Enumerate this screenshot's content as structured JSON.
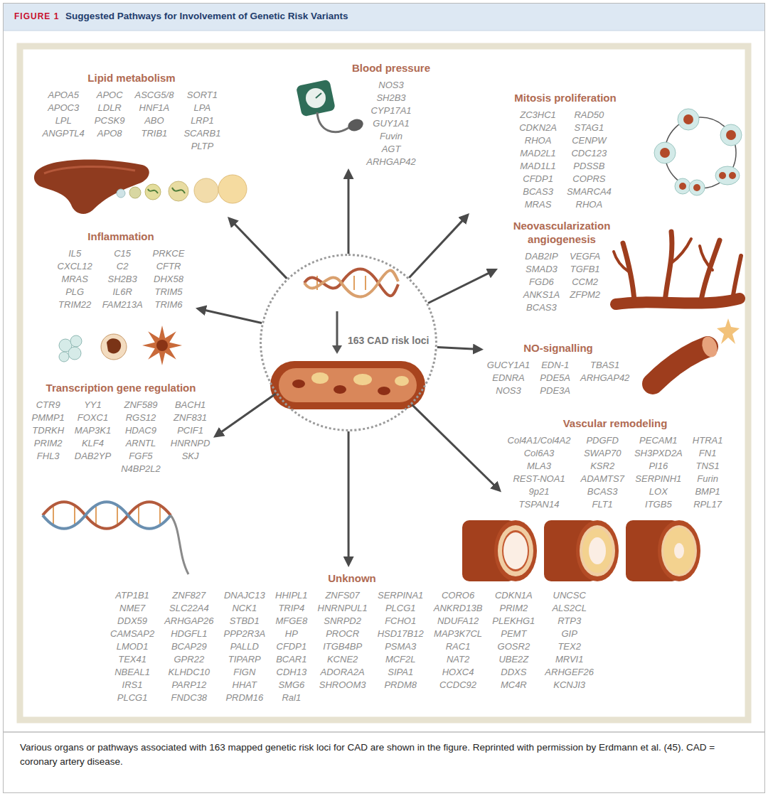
{
  "diagram": {
    "title": "Suggested Pathways for Involvement of Genetic Risk Variants",
    "caption": "Various organs or pathways associated with 163 mapped genetic risk loci for CAD are shown in the figure. Reprinted with permission by Erdmann et al. (45). CAD = coronary artery disease.",
    "nodes": [
      {
        "text": [
          "Lipid metabolism",
          "APOA5",
          "APOC",
          "ASCG5/8",
          "SORT1",
          "APOC3",
          "LDLR",
          "HNF1A",
          "LPA",
          "LPL",
          "PCSK9",
          "ABO",
          "LRP1",
          "ANGPTL4",
          "APO8",
          "TRIB1",
          "SCARB1",
          "PLTP"
        ]
      },
      {
        "text": [
          "Blood pressure",
          "NOS3",
          "SH2B3",
          "CYP17A1",
          "GUY1A1",
          "Fuvin",
          "AGT",
          "ARHGAP42"
        ]
      },
      {
        "text": [
          "Mitosis proliferation",
          "ZC3HC1",
          "RAD50",
          "CDKN2A",
          "STAG1",
          "RHOA",
          "CENPW",
          "MAD2L1",
          "CDC123",
          "MAD1L1",
          "PDSSB",
          "CFDP1",
          "COPRS",
          "BCAS3",
          "SMARCA4",
          "MRAS",
          "RHOA"
        ]
      },
      {
        "text": [
          "Neovascularization angiogenesis",
          "DAB2IP",
          "VEGFA",
          "SMAD3",
          "TGFB1",
          "FGD6",
          "CCM2",
          "ANKS1A",
          "ZFPM2",
          "BCAS3"
        ]
      },
      {
        "text": [
          "Inflammation",
          "IL5",
          "C15",
          "PRKCE",
          "CXCL12",
          "C2",
          "CFTR",
          "MRAS",
          "SH2B3",
          "DHX58",
          "PLG",
          "IL6R",
          "TRIM5",
          "TRIM22",
          "FAM213A",
          "TRIM6"
        ]
      },
      {
        "text": [
          "163 CAD risk loci"
        ]
      },
      {
        "text": [
          "NO-signalling",
          "GUCY1A1",
          "EDN-1",
          "TBAS1",
          "EDNRA",
          "PDE5A",
          "ARHGAP42",
          "NOS3",
          "PDE3A"
        ]
      },
      {
        "text": [
          "Transcription gene regulation",
          "CTR9",
          "YY1",
          "ZNF589",
          "BACH1",
          "PMMP1",
          "FOXC1",
          "RGS12",
          "ZNF831",
          "TDRKH",
          "MAP3K1",
          "HDAC9",
          "PCIF1",
          "PRIM2",
          "KLF4",
          "ARNTL",
          "HNRNPD",
          "FHL3",
          "DAB2YP",
          "FGF5",
          "SKJ",
          "N4BP2L2"
        ]
      },
      {
        "text": [
          "Vascular remodeling",
          "Col4A1/Col4A2",
          "PDGFD",
          "PECAM1",
          "HTRA1",
          "Col6A3",
          "SWAP70",
          "SH3PXD2A",
          "FN1",
          "MLA3",
          "KSR2",
          "PI16",
          "TNS1",
          "REST-NOA1",
          "ADAMTS7",
          "SERPINH1",
          "Furin",
          "9p21",
          "BCAS3",
          "LOX",
          "BMP1",
          "TSPAN14",
          "FLT1",
          "ITGB5",
          "RPL17"
        ]
      },
      {
        "text": [
          "Unknown",
          "ATP1B1",
          "ZNF827",
          "DNAJC13",
          "HHIPL1",
          "ZNFS07",
          "SERPINA1",
          "CORO6",
          "CDKN1A",
          "UNCSC",
          "NME7",
          "SLC22A4",
          "NCK1",
          "TRIP4",
          "HNRNPUL1",
          "PLCG1",
          "ANKRD13B",
          "PRIM2",
          "ALS2CL",
          "DDX59",
          "ARHGAP26",
          "STBD1",
          "MFGE8",
          "SNRPD2",
          "FCHO1",
          "NDUFA12",
          "PLEKHG1",
          "RTP3",
          "CAMSAP2",
          "HDGFL1",
          "PPP2R3A",
          "HP",
          "PROCR",
          "HSD17B12",
          "MAP3K7CL",
          "PEMT",
          "GIP",
          "LMOD1",
          "BCAP29",
          "PALLD",
          "CFDP1",
          "ITGB4BP",
          "PSMA3",
          "RAC1",
          "GOSR2",
          "TEX2",
          "TEX41",
          "GPR22",
          "TIPARP",
          "BCAR1",
          "KCNE2",
          "MCF2L",
          "NAT2",
          "UBE2Z",
          "MRVI1",
          "NBEAL1",
          "KLHDC10",
          "FIGN",
          "CDH13",
          "ADORA2A",
          "SIPA1",
          "HOXC4",
          "DDXS",
          "ARHGEF26",
          "IRS1",
          "PARP12",
          "HHAT",
          "SMG6",
          "SHROOM3",
          "PRDM8",
          "CCDC92",
          "MC4R",
          "KCNJI3",
          "PLCG1",
          "FNDC38",
          "PRDM16",
          "Ral1"
        ]
      }
    ],
    "edges": [
      {
        "from": 5,
        "to": 0,
        "arrow": "to"
      },
      {
        "from": 5,
        "to": 1,
        "arrow": "to"
      },
      {
        "from": 5,
        "to": 2,
        "arrow": "to"
      },
      {
        "from": 5,
        "to": 3,
        "arrow": "to"
      },
      {
        "from": 5,
        "to": 4,
        "arrow": "to"
      },
      {
        "from": 5,
        "to": 6,
        "arrow": "to"
      },
      {
        "from": 5,
        "to": 7,
        "arrow": "to"
      },
      {
        "from": 5,
        "to": 8,
        "arrow": "to"
      },
      {
        "from": 5,
        "to": 9,
        "arrow": "to"
      }
    ],
    "labels": [
      "FIGURE 1"
    ]
  }
}
